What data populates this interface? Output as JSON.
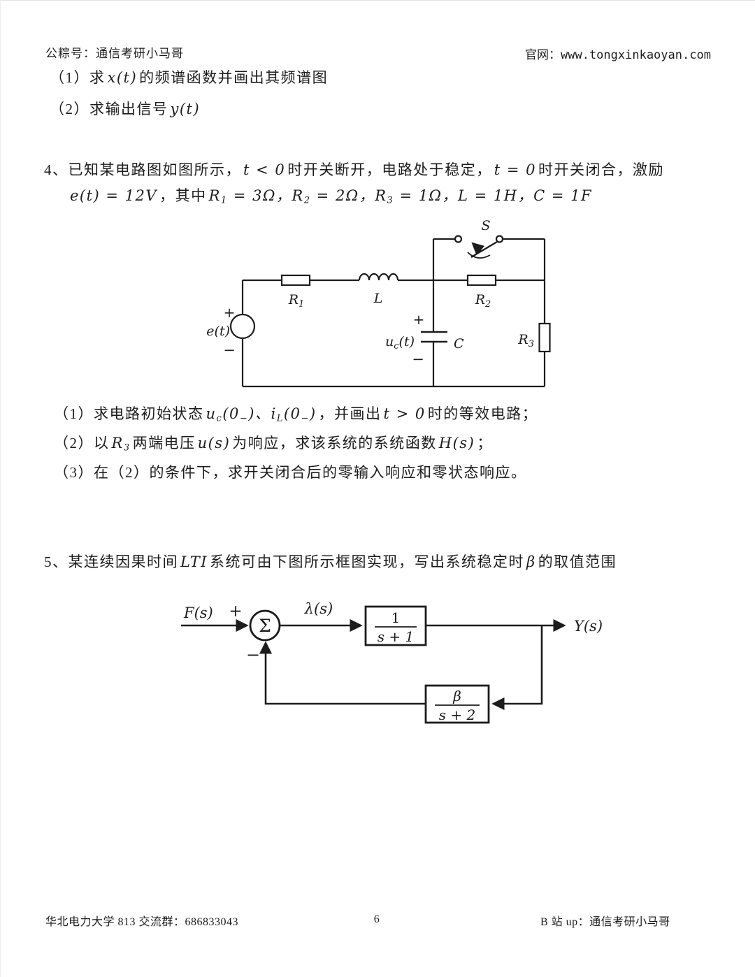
{
  "header": {
    "left": "公粽号：通信考研小马哥",
    "right": "官网：www.tongxinkaoyan.com"
  },
  "intro": {
    "i1_a": "（1）求",
    "i1_m": "x(t)",
    "i1_b": "的频谱函数并画出其频谱图",
    "i2_a": "（2）求输出信号",
    "i2_m": "y(t)"
  },
  "q4": {
    "l1_a": "4、已知某电路图如图所示，",
    "l1_m1": "t < 0",
    "l1_b": "时开关断开，电路处于稳定，",
    "l1_m2": "t = 0",
    "l1_c": "时开关闭合，激励",
    "l2_m1": "e(t) = 12V",
    "l2_a": "，其中",
    "r1b": "R",
    "r1s": "1",
    "r1v": " = 3Ω，",
    "r2b": "R",
    "r2s": "2",
    "r2v": " = 2Ω，",
    "r3b": "R",
    "r3s": "3",
    "r3v": " = 1Ω，",
    "lv": "L = 1H，",
    "cv": "C = 1F"
  },
  "circuit": {
    "s": "S",
    "r1b": "R",
    "r1s": "1",
    "l": "L",
    "r2b": "R",
    "r2s": "2",
    "r3b": "R",
    "r3s": "3",
    "e": "e(t)",
    "e_plus": "+",
    "e_minus": "−",
    "uc_b": "u",
    "uc_s": "c",
    "uc_r": "(t)",
    "c": "C",
    "c_plus": "+",
    "c_minus": "−"
  },
  "q4_items": {
    "i1_a": "（1）求电路初始状态",
    "i1_ub": "u",
    "i1_us": "c",
    "i1_up1": "(0",
    "i1_um": "−",
    "i1_up2": ")、",
    "i1_ib": "i",
    "i1_is": "L",
    "i1_ip1": "(0",
    "i1_im": "−",
    "i1_ip2": ")",
    "i1_b": "，并画出",
    "i1_m": "t > 0",
    "i1_c": "时的等效电路；",
    "i2_a": "（2）以",
    "i2_rb": "R",
    "i2_rs": "3",
    "i2_b": "两端电压",
    "i2_m1": "u(s)",
    "i2_c": "为响应，求该系统的系统函数",
    "i2_m2": "H(s)",
    "i2_d": "；",
    "i3": "（3）在（2）的条件下，求开关闭合后的零输入响应和零状态响应。"
  },
  "q5": {
    "a": "5、某连续因果时间",
    "m1": "LTI",
    "b": "系统可由下图所示框图实现，写出系统稳定时",
    "m2": "β",
    "c": "的取值范围"
  },
  "diagram": {
    "input": "F(s)",
    "plus": "+",
    "sum": "Σ",
    "minus": "−",
    "signal": "λ(s)",
    "box1_num": "1",
    "box1_den": "s + 1",
    "box2_num": "β",
    "box2_den": "s + 2",
    "output": "Y(s)"
  },
  "footer": {
    "left": "华北电力大学 813 交流群：686833043",
    "page": "6",
    "right": "B 站 up：通信考研小马哥"
  }
}
